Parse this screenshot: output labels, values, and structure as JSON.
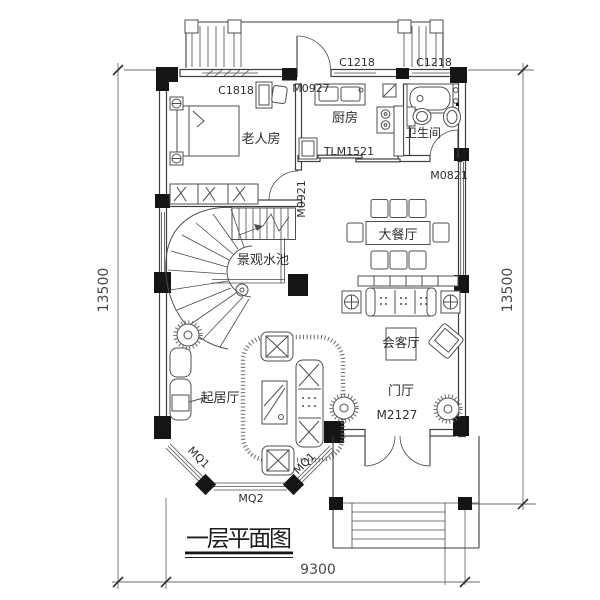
{
  "plan": {
    "title": "一层平面图",
    "rooms": {
      "elder": "老人房",
      "kitchen": "厨房",
      "bath": "卫生间",
      "dining": "大餐厅",
      "pond": "景观水池",
      "reception": "会客厅",
      "living": "起居厅",
      "foyer": "门厅"
    },
    "openings": {
      "c1818": "C1818",
      "m0927": "M0927",
      "c1218_kitchen": "C1218",
      "c1218_bath": "C1218",
      "tlm1521": "TLM1521",
      "m0821": "M0821",
      "m0921": "M0921",
      "m2127": "M2127",
      "mq1_left": "MQ1",
      "mq2": "MQ2",
      "mq1_right": "MQ1"
    },
    "dimensions": {
      "height_left": "13500",
      "height_right": "13500",
      "width_bottom": "9300"
    }
  }
}
